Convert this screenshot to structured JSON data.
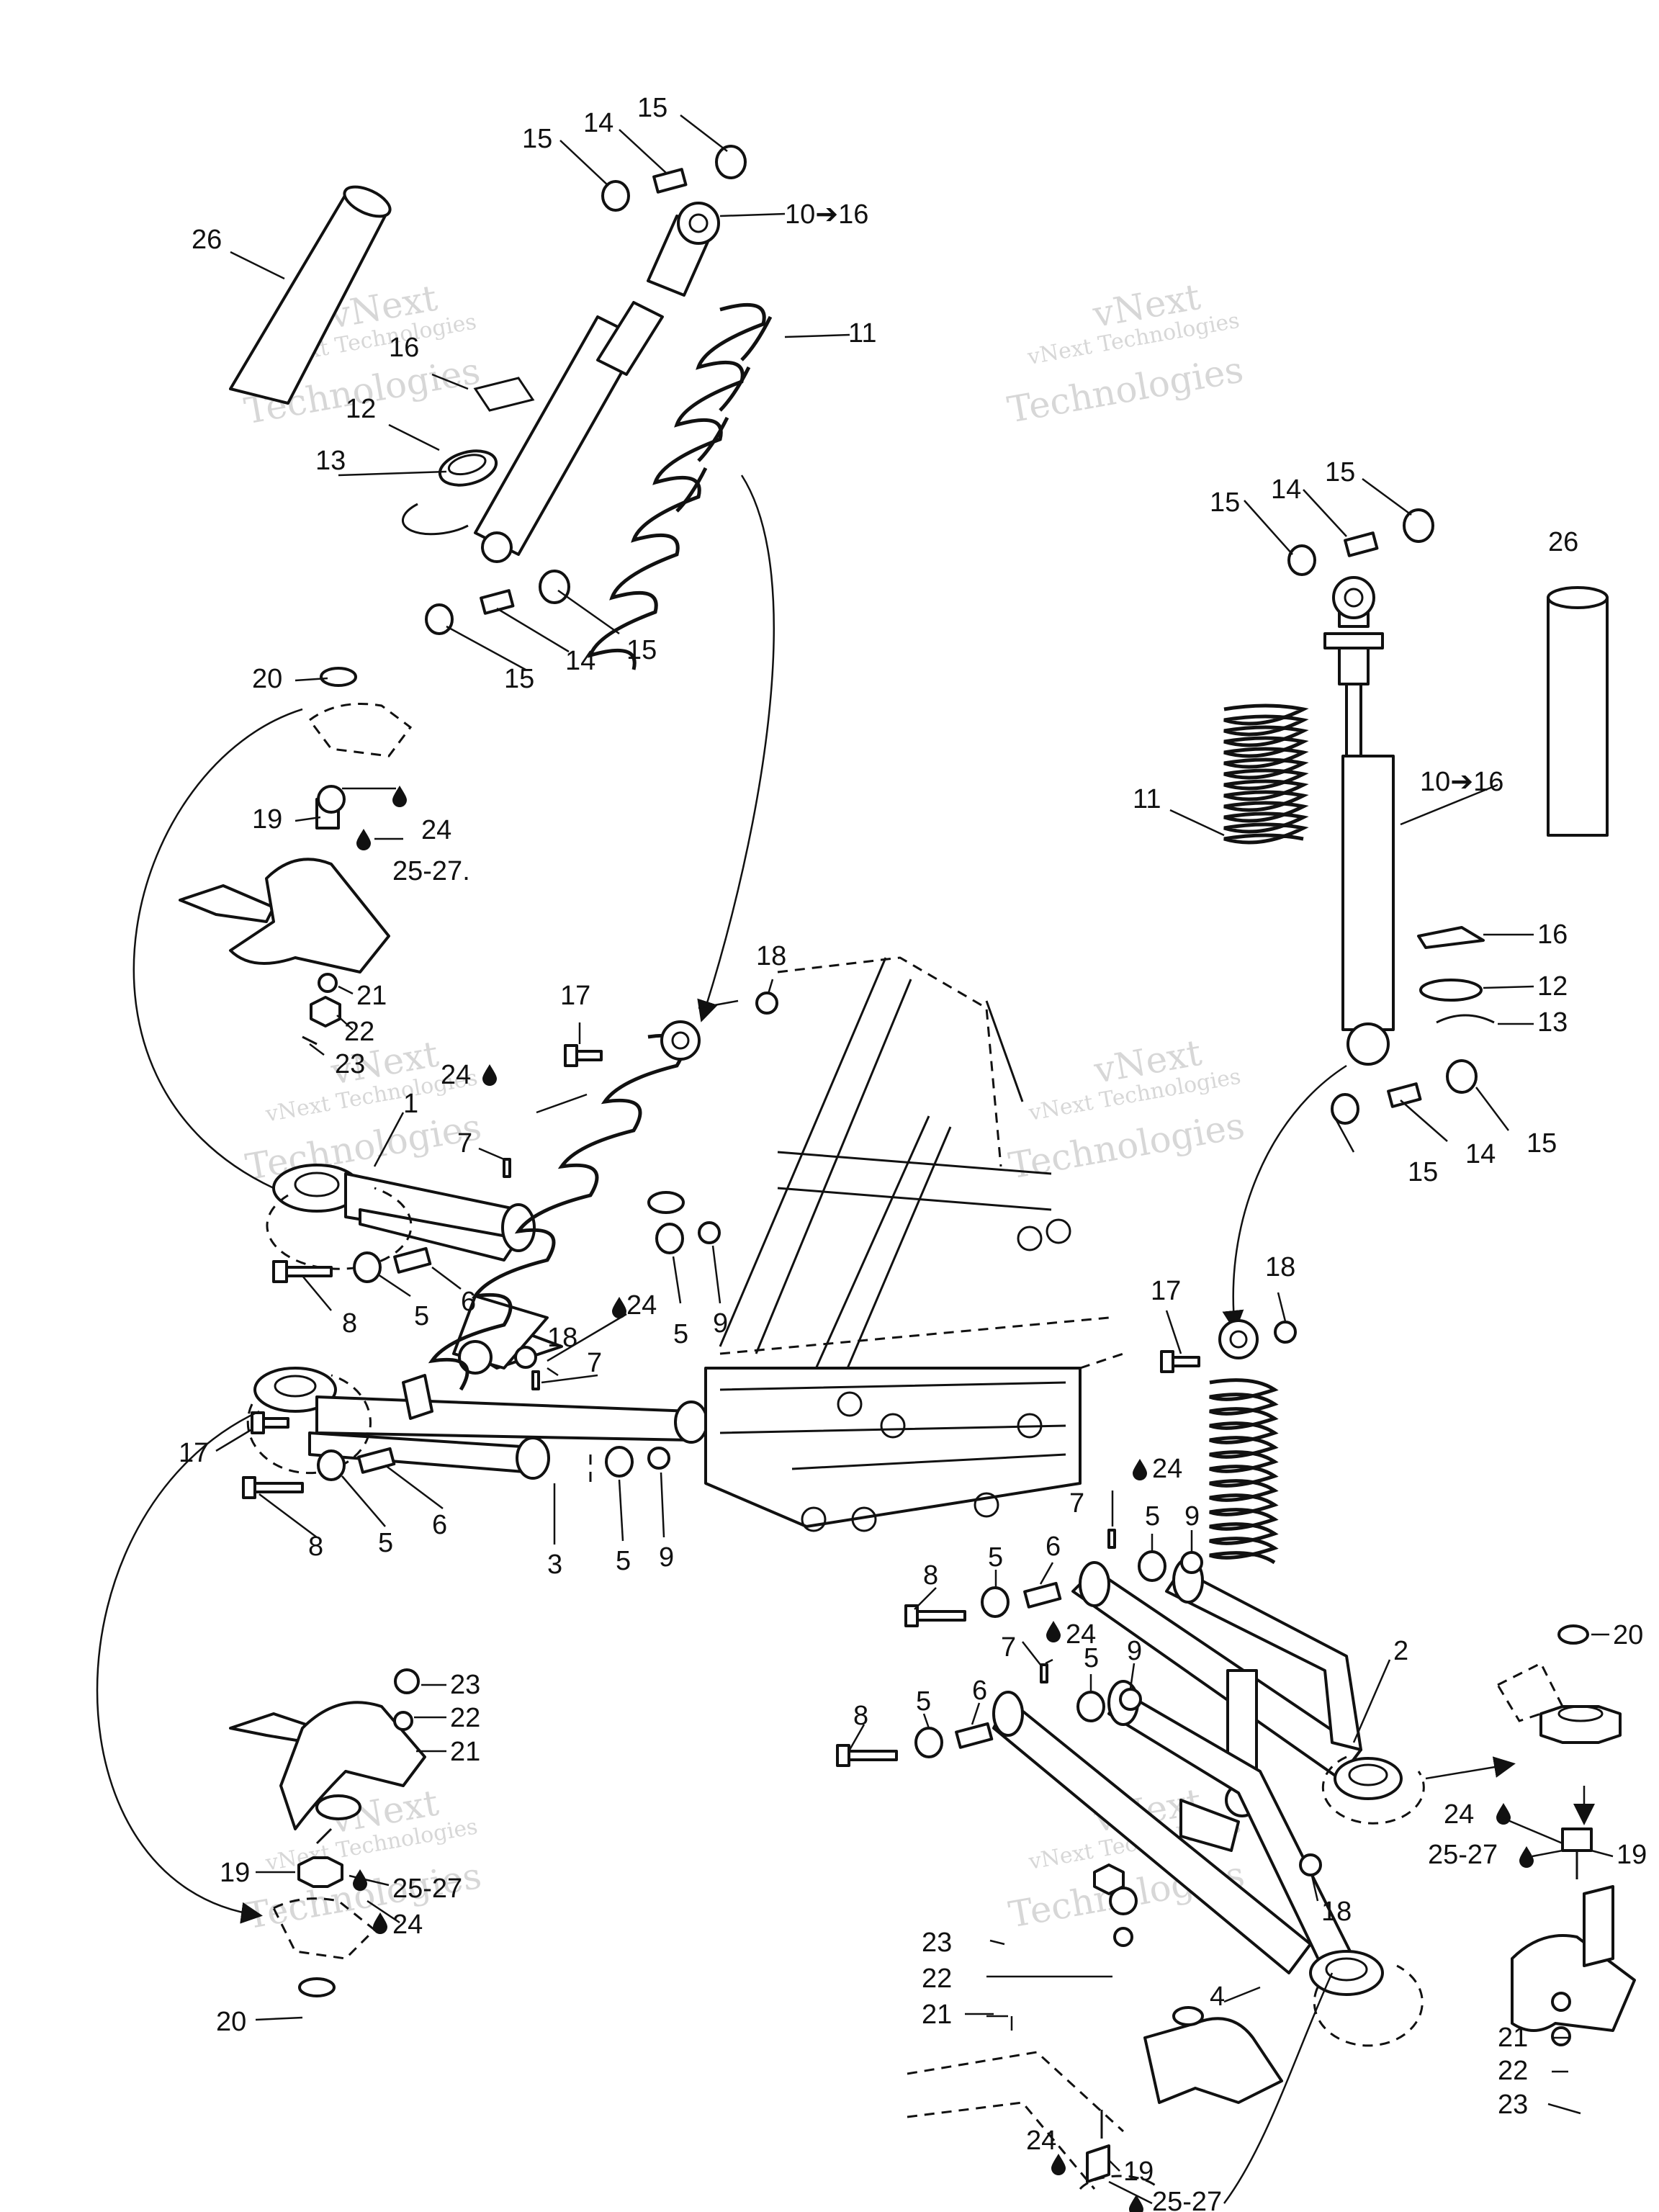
{
  "watermark": {
    "line1": "vNext",
    "line2": "vNext Technologies",
    "line3": "Technologies"
  },
  "labels": {
    "p1": "1",
    "p2": "2",
    "p3": "3",
    "p4": "4",
    "p5": "5",
    "p6": "6",
    "p7": "7",
    "p8": "8",
    "p9": "9",
    "p10_16": "10➔16",
    "p11": "11",
    "p12": "12",
    "p13": "13",
    "p14": "14",
    "p15": "15",
    "p16": "16",
    "p17": "17",
    "p18": "18",
    "p19": "19",
    "p20": "20",
    "p21": "21",
    "p22": "22",
    "p23": "23",
    "p24": "24",
    "p25_27": "25-27",
    "p25_27_dot": "25-27.",
    "p26": "26"
  },
  "icons": {
    "lubricant": "oil-drop-icon",
    "arrow": "right-arrow-icon"
  },
  "colors": {
    "ink": "#111111",
    "watermark": "#b8b8b8",
    "background": "#ffffff"
  }
}
